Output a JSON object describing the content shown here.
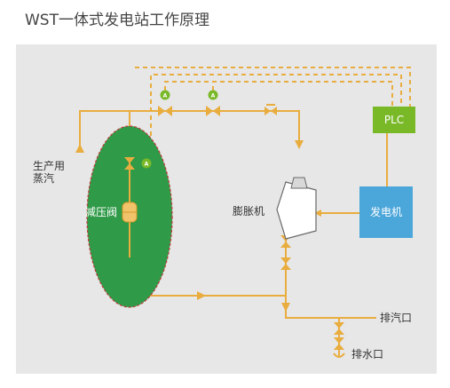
{
  "title": "WST一体式发电站工作原理",
  "labels": {
    "steam_line": [
      "生产用",
      "蒸汽"
    ],
    "valve": "减压阀",
    "expander": "膨胀机",
    "generator": "发电机",
    "plc": "PLC",
    "exhaust": "排汽口",
    "drain": "排水口",
    "meter": "A"
  },
  "colors": {
    "pipe": "#e9ad3f",
    "vessel": "#2f9a48",
    "vessel_outline": "#c23a3a",
    "plc": "#79b928",
    "generator": "#4ba6da",
    "expander": "#ffffff",
    "panel": "#e7e7e7"
  }
}
